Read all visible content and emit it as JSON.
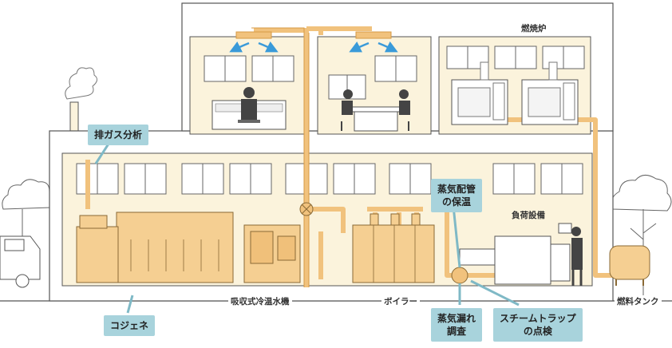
{
  "labels": {
    "incinerator": "燃焼炉",
    "load_equipment": "負荷設備",
    "absorption_chiller": "吸収式冷温水機",
    "boiler": "ボイラー",
    "fuel_tank": "燃料タンク"
  },
  "callouts": {
    "exhaust_gas_analysis": "排ガス分析",
    "steam_pipe_insulation": [
      "蒸気配管",
      "の保温"
    ],
    "cogeneration": "コジェネ",
    "steam_leak_survey": [
      "蒸気漏れ",
      "調査"
    ],
    "steam_trap_inspection": [
      "スチームトラップ",
      "の点検"
    ]
  },
  "colors": {
    "building_fill": "#fbf3dc",
    "outline": "#555555",
    "pipe": "#f1c27d",
    "pipe_edge": "#d69a45",
    "machine": "#f5cf92",
    "machine_edge": "#8a6a36",
    "callout_bg": "#a8d3dc",
    "airflow": "#3a9ad9"
  }
}
